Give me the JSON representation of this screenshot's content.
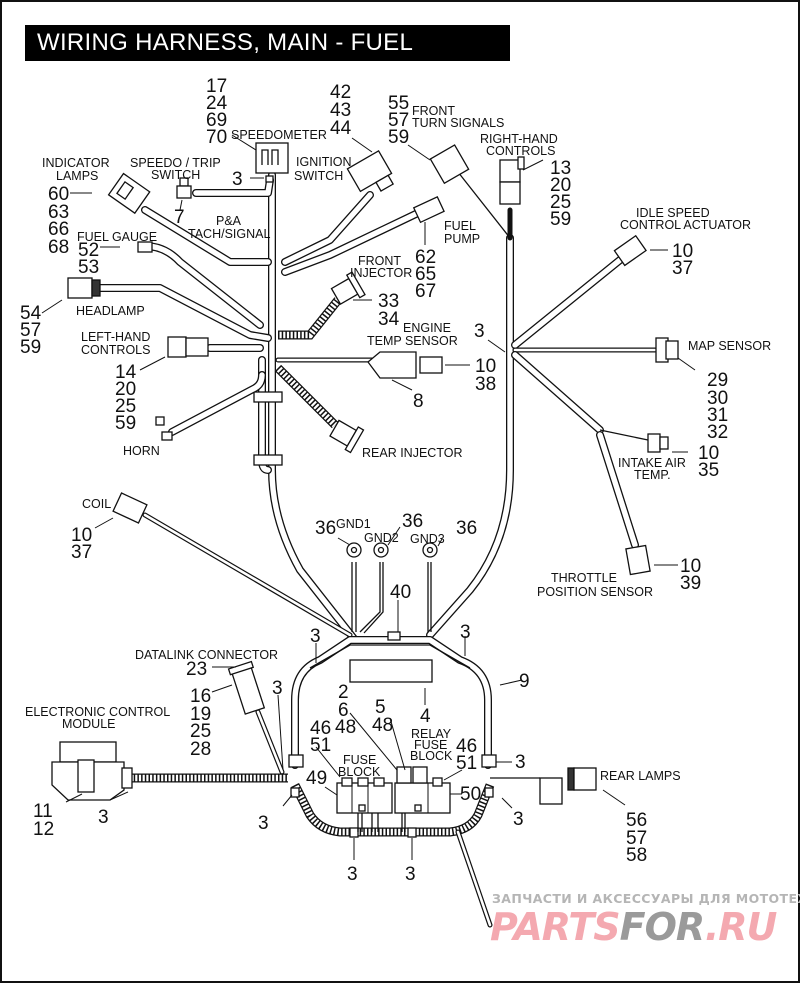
{
  "title": "WIRING HARNESS, MAIN - FUEL INJECTED",
  "components": {
    "speedometer": {
      "label": "SPEEDOMETER",
      "callouts": [
        "17",
        "24",
        "69",
        "70"
      ]
    },
    "ignition_switch": {
      "label_lines": [
        "IGNITION",
        "SWITCH"
      ],
      "callouts": [
        "42",
        "43",
        "44"
      ]
    },
    "speedo_trip_switch": {
      "label_lines": [
        "SPEEDO / TRIP",
        "SWITCH"
      ],
      "callouts": [
        "7"
      ]
    },
    "indicator_lamps": {
      "label_lines": [
        "INDICATOR",
        "LAMPS"
      ],
      "callouts": [
        "60",
        "63",
        "66",
        "68"
      ]
    },
    "pa_tach_signal": {
      "label_lines": [
        "P&A",
        "TACH/SIGNAL"
      ]
    },
    "speedo_ground": {
      "callouts": [
        "3"
      ]
    },
    "fuel_gauge": {
      "label": "FUEL GAUGE",
      "callouts": [
        "52",
        "53"
      ]
    },
    "headlamp": {
      "label": "HEADLAMP",
      "callouts": [
        "54",
        "57",
        "59"
      ]
    },
    "left_hand_controls": {
      "label_lines": [
        "LEFT-HAND",
        "CONTROLS"
      ],
      "callouts": [
        "14",
        "20",
        "25",
        "59"
      ]
    },
    "horn": {
      "label": "HORN"
    },
    "front_turn_signals": {
      "label_lines": [
        "FRONT",
        "TURN SIGNALS"
      ],
      "callouts": [
        "55",
        "57",
        "59"
      ]
    },
    "right_hand_controls": {
      "label_lines": [
        "RIGHT-HAND",
        "CONTROLS"
      ],
      "callouts": [
        "13",
        "20",
        "25",
        "59"
      ]
    },
    "fuel_pump": {
      "label_lines": [
        "FUEL",
        "PUMP"
      ],
      "callouts": [
        "62",
        "65",
        "67"
      ]
    },
    "front_injector": {
      "label_lines": [
        "FRONT",
        "INJECTOR"
      ],
      "callouts": [
        "33",
        "34"
      ]
    },
    "engine_temp_sensor": {
      "label_lines": [
        "ENGINE",
        "TEMP SENSOR"
      ],
      "callouts": [
        "10",
        "38"
      ],
      "body_callout": "8"
    },
    "rear_injector": {
      "label": "REAR INJECTOR"
    },
    "idle_speed_actuator": {
      "label_lines": [
        "IDLE SPEED",
        "CONTROL ACTUATOR"
      ],
      "callouts": [
        "10",
        "37"
      ]
    },
    "map_sensor": {
      "label": "MAP SENSOR",
      "callouts": [
        "29",
        "30",
        "31",
        "32"
      ]
    },
    "right_branch_ground": {
      "callouts": [
        "3"
      ]
    },
    "intake_air_temp": {
      "label_lines": [
        "INTAKE AIR",
        "TEMP."
      ],
      "callouts": [
        "10",
        "35"
      ]
    },
    "throttle_position_sensor": {
      "label_lines": [
        "THROTTLE",
        "POSITION SENSOR"
      ],
      "callouts": [
        "10",
        "39"
      ]
    },
    "coil": {
      "label": "COIL",
      "callouts": [
        "10",
        "37"
      ]
    },
    "grounds": [
      {
        "label": "GND1",
        "callout": "36"
      },
      {
        "label": "GND2",
        "callout": "36"
      },
      {
        "label": "GND3",
        "callout": "36"
      }
    ],
    "connector_40": {
      "callout": "40"
    },
    "datalink_connector": {
      "label": "DATALINK CONNECTOR",
      "callouts_top": [
        "23"
      ],
      "callouts": [
        "16",
        "19",
        "25",
        "28"
      ]
    },
    "ecm": {
      "label_lines": [
        "ELECTRONIC CONTROL",
        "MODULE"
      ],
      "callouts": [
        "11",
        "12"
      ],
      "clip_callout": "3"
    },
    "ecm_caddy": {
      "callouts_a": [
        "2",
        "6",
        "48"
      ],
      "callouts_b": [
        "5",
        "48"
      ],
      "cover_callout": "4",
      "conduit_callout": "9"
    },
    "fuse_block": {
      "label_lines": [
        "FUSE",
        "BLOCK"
      ],
      "callouts": [
        "46",
        "51"
      ],
      "body_callout": "49"
    },
    "relay_fuse_block": {
      "label_lines": [
        "RELAY",
        "FUSE",
        "BLOCK"
      ],
      "callouts": [
        "46",
        "51"
      ],
      "body_callout": "50"
    },
    "rear_lamps": {
      "label": "REAR LAMPS",
      "callouts": [
        "56",
        "57",
        "58"
      ]
    },
    "cable_straps": {
      "callout": "3"
    }
  },
  "watermark": {
    "tagline": "ЗАПЧАСТИ И АКСЕССУАРЫ ДЛЯ МОТОТЕХНИКИ",
    "brand_part1": "PARTS",
    "brand_part2": "FOR",
    "brand_part3": ".RU",
    "color_pink": "#f4a9b0",
    "color_gray": "#9a9a9a"
  }
}
